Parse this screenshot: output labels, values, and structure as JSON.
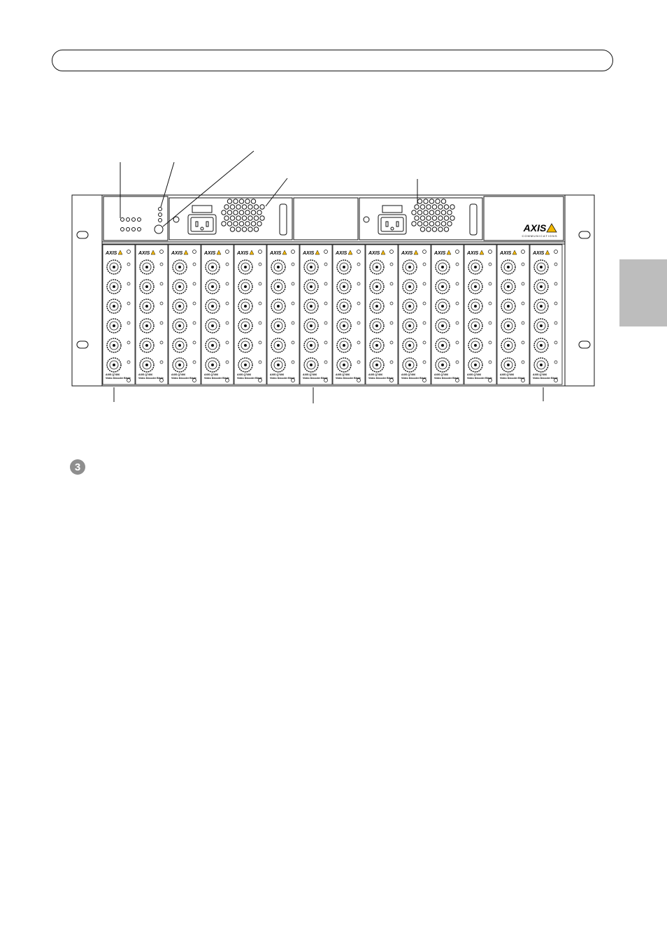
{
  "step": {
    "number": "3"
  },
  "chassis": {
    "brand": "AXIS",
    "brand_sub": "COMMUNICATIONS",
    "accent": "#f3b800"
  },
  "blades": {
    "count": 14,
    "connectors_per_blade": 6,
    "brand": "AXIS",
    "label_line1": "AXIS Q7406",
    "label_line2": "Video Decoder Blade"
  },
  "colors": {
    "line": "#111111",
    "tab": "#bdbdbd",
    "badge": "#8e8e8e"
  }
}
